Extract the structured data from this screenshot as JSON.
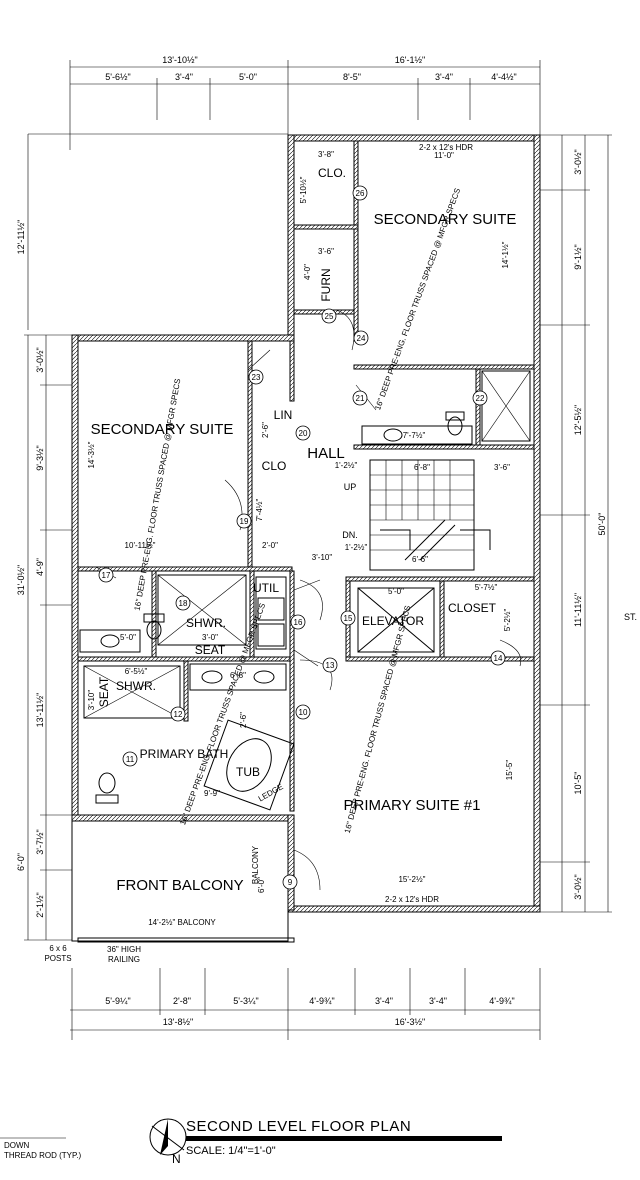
{
  "title": "SECOND LEVEL FLOOR PLAN",
  "scale": "SCALE: 1/4\"=1'-0\"",
  "north": "N",
  "notes": {
    "down_thread_rod_1": "DOWN",
    "down_thread_rod_2": "THREAD ROD (TYP.)",
    "posts_1": "6 x 6",
    "posts_2": "POSTS",
    "railing_1": "36\" HIGH",
    "railing_2": "RAILING",
    "st": "ST.",
    "hdr_top": "2-2 x 12's HDR",
    "hdr_bottom": "2-2 x 12's HDR",
    "truss_1": "16\" DEEP PRE-ENG. FLOOR TRUSS SPACED @ MFGR SPECS",
    "truss_2": "16\" DEEP PRE-ENG. FLOOR TRUSS SPACED @ MFGR SPECS",
    "truss_3": "16\" DEEP PRE-ENG. FLOOR TRUSS SPACED @ MFGR SPECS",
    "truss_4": "16\" DEEP PRE-ENG. FLOOR TRUSS SPACED @ MFGR SPECS",
    "up": "UP",
    "dn": "DN.",
    "ledge": "LEDGE"
  },
  "rooms": {
    "secondary_suite_top": "SECONDARY SUITE",
    "secondary_suite_left": "SECONDARY SUITE",
    "hall": "HALL",
    "clo_top": "CLO.",
    "clo_mid": "CLO",
    "furn": "FURN",
    "lin": "LIN",
    "util": "UTIL",
    "elevator": "ELEVATOR",
    "closet": "CLOSET",
    "shwr_1": "SHWR.",
    "shwr_2": "SHWR.",
    "seat_1": "SEAT",
    "seat_2": "SEAT",
    "primary_bath": "PRIMARY BATH",
    "tub": "TUB",
    "primary_suite": "PRIMARY SUITE #1",
    "front_balcony": "FRONT BALCONY",
    "balcony_small_1": "14'-2½\" BALCONY",
    "balcony_small_2": "BALCONY"
  },
  "dimensions": {
    "top_overall_left": "13'-10½\"",
    "top_overall_right": "16'-1½\"",
    "top_1": "5'-6½\"",
    "top_2": "3'-4\"",
    "top_3": "5'-0\"",
    "top_4": "8'-5\"",
    "top_5": "3'-4\"",
    "top_6": "4'-4½\"",
    "bot_overall_left": "13'-8½\"",
    "bot_overall_right": "16'-3½\"",
    "bot_1": "5'-9¼\"",
    "bot_2": "2'-8\"",
    "bot_3": "5'-3¼\"",
    "bot_4": "4'-9¾\"",
    "bot_5": "3'-4\"",
    "bot_6": "3'-4\"",
    "bot_7": "4'-9¾\"",
    "right_overall": "50'-0\"",
    "right_1": "3'-0½\"",
    "right_2": "9'-1½\"",
    "right_3": "12'-5½\"",
    "right_4": "11'-11½\"",
    "right_5": "10'-5\"",
    "right_6": "3'-0½\"",
    "left_overall": "31'-0½\"",
    "left_top": "12'-11½\"",
    "left_1": "3'-0½\"",
    "left_2": "9'-3½\"",
    "left_3": "4'-9\"",
    "left_4": "13'-11½\"",
    "left_5": "3'-7½\"",
    "left_6": "6'-0\"",
    "left_7": "2'-1½\"",
    "d_11_0": "11'-0\"",
    "d_3_8": "3'-8\"",
    "d_5_10": "5'-10½\"",
    "d_3_6": "3'-6\"",
    "d_4_0": "4'-0\"",
    "d_14_1": "14'-1½\"",
    "d_14_3": "14'-3½\"",
    "d_10_11": "10'-11½\"",
    "d_7_7": "7'-7½\"",
    "d_6_8": "6'-8\"",
    "d_3_6b": "3'-6\"",
    "d_5_0": "5'-0\"",
    "d_5_7": "5'-7½\"",
    "d_3_10": "3'-10\"",
    "d_1_2": "1'-2½\"",
    "d_1_2b": "1'-2½\"",
    "d_2_0": "2'-0\"",
    "d_7_4": "7'-4½\"",
    "d_2_6": "2'-6\"",
    "d_6_6": "6'-6\"",
    "d_3_0": "3'-0\"",
    "d_6_5": "6'-5½\"",
    "d_6_8b": "6'-8\"",
    "d_2_6b": "2'-6\"",
    "d_3_10b": "3'-10\"",
    "d_9_9": "9'-9\"",
    "d_15_5": "15'-5\"",
    "d_15_2": "15'-2½\"",
    "d_6_0": "6'-0\"",
    "d_5_0b": "5'-0\"",
    "d_5_2": "5'-2½\""
  },
  "tags": [
    "26",
    "25",
    "24",
    "23",
    "22",
    "21",
    "20",
    "19",
    "18",
    "17",
    "16",
    "15",
    "14",
    "13",
    "12",
    "11",
    "10",
    "9"
  ]
}
